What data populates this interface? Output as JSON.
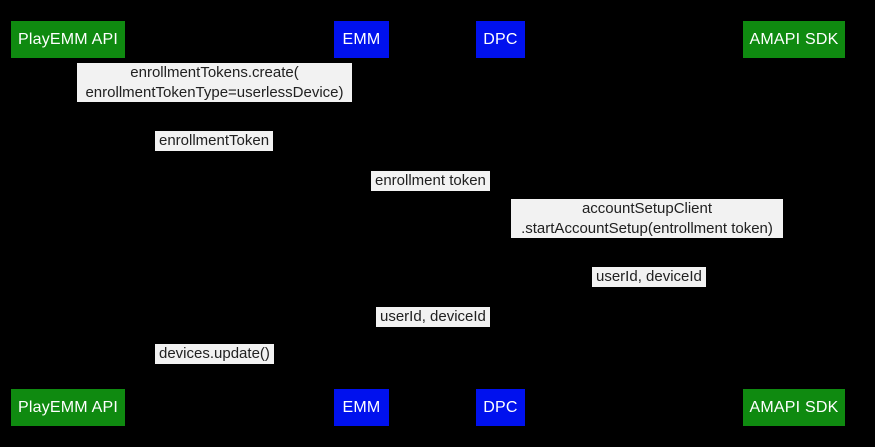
{
  "diagram": {
    "type": "sequence-diagram",
    "background": "#000000"
  },
  "colors": {
    "actor_green": "#0f8a10",
    "actor_blue": "#0011ee",
    "actor_text": "#ffffff",
    "label_bg": "#f2f2f2",
    "label_text": "#212121"
  },
  "actors_top": [
    {
      "label": "PlayEMM API",
      "color": "green"
    },
    {
      "label": "EMM",
      "color": "blue"
    },
    {
      "label": "DPC",
      "color": "blue"
    },
    {
      "label": "AMAPI SDK",
      "color": "green"
    }
  ],
  "actors_bottom": [
    {
      "label": "PlayEMM API",
      "color": "green"
    },
    {
      "label": "EMM",
      "color": "blue"
    },
    {
      "label": "DPC",
      "color": "blue"
    },
    {
      "label": "AMAPI SDK",
      "color": "green"
    }
  ],
  "messages": [
    {
      "lines": [
        "enrollmentTokens.create(",
        "enrollmentTokenType=userlessDevice)"
      ]
    },
    {
      "lines": [
        "enrollmentToken"
      ]
    },
    {
      "lines": [
        "enrollment token"
      ]
    },
    {
      "lines": [
        "accountSetupClient",
        ".startAccountSetup(entrollment token)"
      ]
    },
    {
      "lines": [
        "userId, deviceId"
      ]
    },
    {
      "lines": [
        "userId, deviceId"
      ]
    },
    {
      "lines": [
        "devices.update()"
      ]
    }
  ]
}
